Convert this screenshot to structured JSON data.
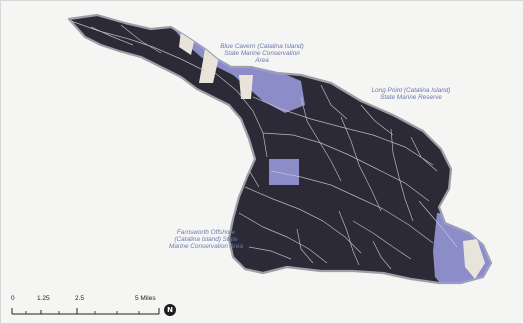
{
  "map": {
    "labels": {
      "blue_cavern": "Blue Cavern (Catalina Island) State Marine Conservation Area",
      "long_point": "Long Point (Catalina Island) State Marine Reserve",
      "farnsworth": "Farnsworth Offshore (Catalina Island) State Marine Conservation Area"
    },
    "colors": {
      "island_fill": "#2c2a36",
      "island_outline": "#9aa0a6",
      "streams": "#c9c9d2",
      "mpa_fill": "#9d9ee2",
      "beach": "#e8e4dc",
      "background": "#f5f5f4"
    }
  },
  "scale_bar": {
    "ticks": [
      "0",
      "1.25",
      "2.5",
      "5 Miles"
    ]
  },
  "north_arrow": {
    "icon": "north-arrow-icon",
    "symbol": "N"
  }
}
